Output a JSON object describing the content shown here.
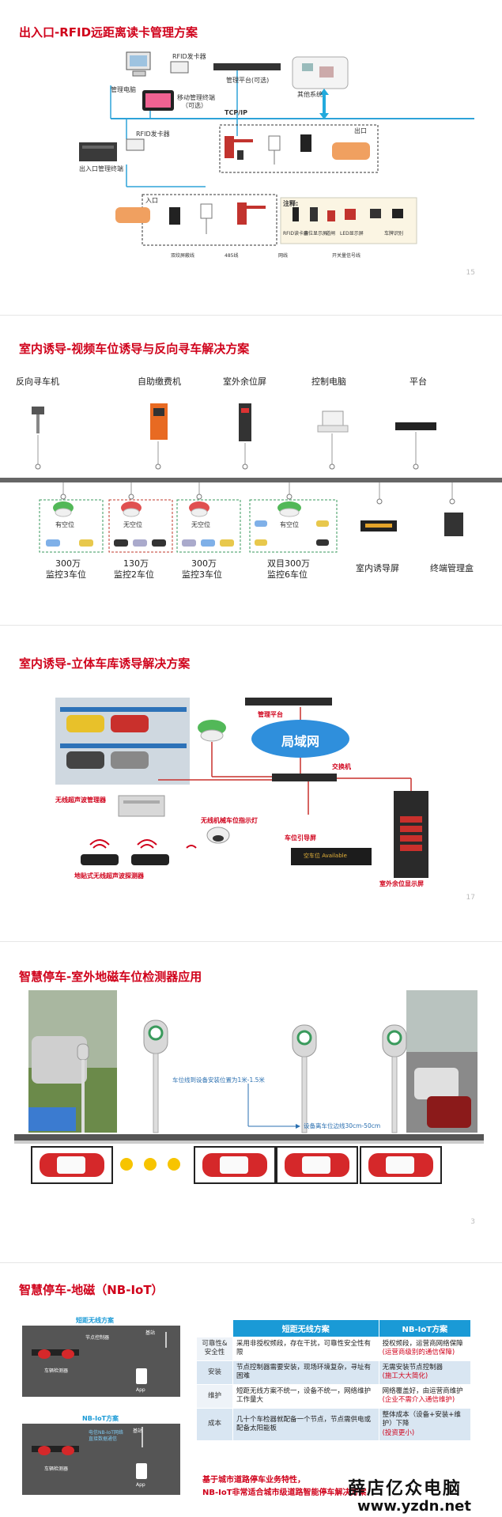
{
  "slide1": {
    "title": "出入口-RFID远距离读卡管理方案",
    "page": "15",
    "labels": {
      "rfid_reader_top": "RFID发卡器",
      "mgmt_pc": "管理电脑",
      "mobile_terminal": "移动管理终端",
      "optional": "（可选）",
      "mgmt_platform": "管理平台(可选)",
      "other_systems": "其他系统",
      "tcpip": "TCP/IP",
      "rfid_reader_mid": "RFID发卡器",
      "entry_terminal": "出入口管理终端",
      "exit": "出口",
      "entry": "入口",
      "note_title": "注释:",
      "legend_rfid": "RFID读卡器",
      "legend_guide": "余位显示屏",
      "legend_gate": "道闸",
      "legend_led": "LED显示屏",
      "legend_cam": "车牌识别",
      "line_dual": "双绞屏蔽线",
      "line_485": "485线",
      "line_net": "网线",
      "line_switch": "开关量信号线"
    }
  },
  "slide2": {
    "title": "室内诱导-视频车位诱导与反向寻车解决方案",
    "devices": [
      "反向寻车机",
      "自助缴费机",
      "室外余位屏",
      "控制电脑",
      "平台"
    ],
    "groups": [
      {
        "status": "有空位",
        "line1": "300万",
        "line2": "监控3车位"
      },
      {
        "status": "无空位",
        "line1": "130万",
        "line2": "监控2车位"
      },
      {
        "status": "无空位",
        "line1": "300万",
        "line2": "监控3车位"
      },
      {
        "status": "有空位",
        "line1": "双目300万",
        "line2": "监控6车位"
      }
    ],
    "indoor_screen": "室内诱导屏",
    "terminal_box": "终端管理盒"
  },
  "slide3": {
    "title": "室内诱导-立体车库诱导解决方案",
    "page": "17",
    "labels": {
      "mgmt_platform": "管理平台",
      "lan": "局域网",
      "switch": "交换机",
      "ultra_mgr": "无线超声波管理器",
      "wireless_light": "无线机械车位指示灯",
      "guide_screen": "车位引导屏",
      "ground_detector": "地贴式无线超声波探测器",
      "outdoor_screen": "室外余位显示屏",
      "guide_text": "空车位 Available"
    }
  },
  "slide4": {
    "title": "智慧停车-室外地磁车位检测器应用",
    "page": "3",
    "labels": {
      "dist1": "车位线到设备安装位置为1米-1.5米",
      "dist2": "设备离车位边线30cm-50cm"
    }
  },
  "slide5": {
    "title": "智慧停车-地磁（NB-IoT）",
    "left_labels": {
      "short_title": "短距无线方案",
      "node_controller": "节点控制器",
      "base_station": "基站",
      "detector1": "车辆检测器",
      "app1": "App",
      "nb_title": "NB-IoT方案",
      "nb_link": "电信NB-IoT网络",
      "nb_link2": "直接数据通信",
      "base_station2": "基站",
      "detector2": "车辆检测器",
      "app2": "App"
    },
    "table": {
      "headers": [
        "",
        "短距无线方案",
        "NB-IoT方案"
      ],
      "rows": [
        {
          "label": "可靠性&安全性",
          "a": "采用非授权频段，存在干扰，可靠性安全性有限",
          "b": "授权频段，运营商网络保障",
          "b_note": "(运营商级别的通信保障)"
        },
        {
          "label": "安装",
          "a": "节点控制器需要安装，现场环境复杂，寻址有困难",
          "b": "无需安装节点控制器",
          "b_note": "(施工大大简化)"
        },
        {
          "label": "维护",
          "a": "短距无线方案不统一，设备不统一，网络维护工作量大",
          "b": "网络覆盖好，由运营商维护",
          "b_note": "(企业不需介入通信维护)"
        },
        {
          "label": "成本",
          "a": "几十个车检器就配备一个节点，节点需供电或配备太阳能板",
          "b": "整体成本（设备+安装+维护）下降",
          "b_note": "(投资更小)"
        }
      ]
    },
    "footer1": "基于城市道路停车业务特性，",
    "footer2": "NB-IoT非常适合城市级道路智能停车解决方案",
    "watermark_cn": "薛店亿众电脑",
    "watermark_url": "www.yzdn.net"
  },
  "colors": {
    "accent_red": "#d0021b",
    "accent_blue": "#1a9ad6",
    "bus_line": "#2ea3d8"
  }
}
